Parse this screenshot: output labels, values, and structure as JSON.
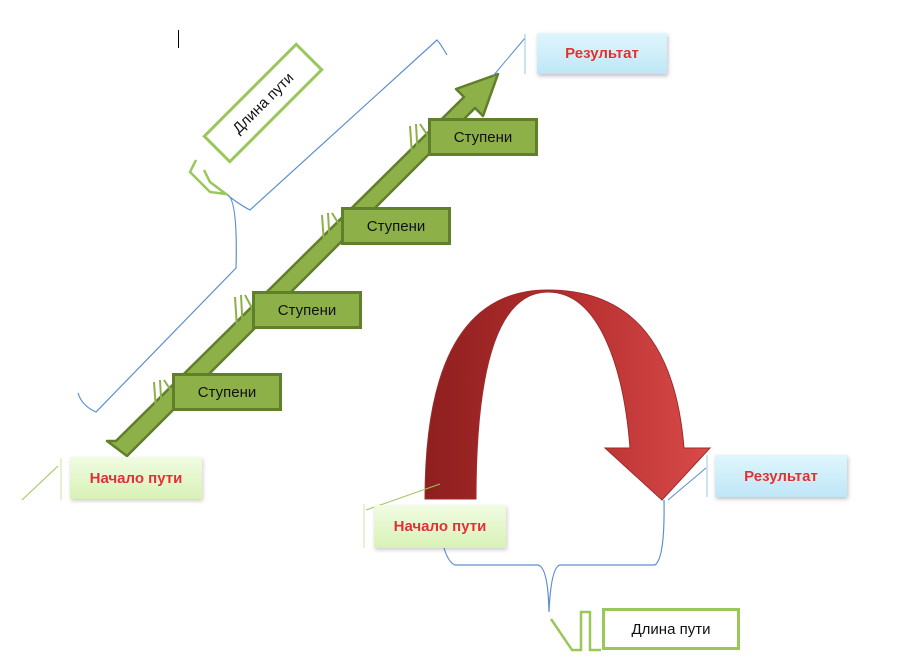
{
  "left_diagram": {
    "result_label": "Результат",
    "start_label": "Начало пути",
    "path_length_label": "Длина пути",
    "steps": [
      "Ступени",
      "Ступени",
      "Ступени",
      "Ступени"
    ]
  },
  "right_diagram": {
    "result_label": "Результат",
    "start_label": "Начало пути",
    "path_length_label": "Длина пути"
  },
  "colors": {
    "step_fill": "#8db049",
    "step_border": "#5f7f2a",
    "label_red": "#e03030",
    "arc_red": "#c53b3b",
    "brace_blue": "#5b8fd0"
  }
}
